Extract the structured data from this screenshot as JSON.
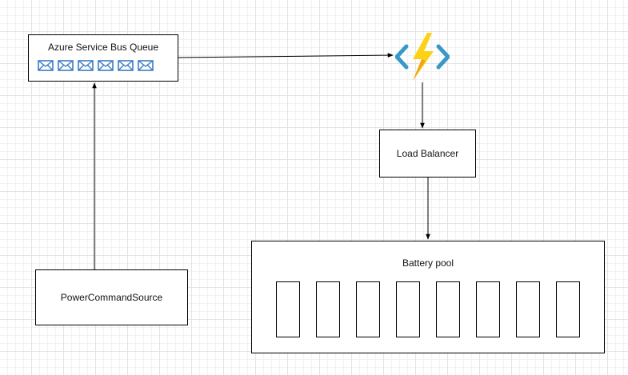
{
  "queue": {
    "title": "Azure Service Bus Queue",
    "message_count": 6,
    "message_icon": "envelope-icon"
  },
  "function": {
    "icon": "azure-function-icon",
    "colors": {
      "bolt": "#fcd116",
      "bolt_shade": "#f2a60c",
      "brackets": "#3999c6"
    }
  },
  "load_balancer": {
    "label": "Load Balancer"
  },
  "source": {
    "label": "PowerCommandSource"
  },
  "pool": {
    "label": "Battery pool",
    "cell_count": 8
  },
  "colors": {
    "envelope": "#3c7cc4",
    "grid": "#e4e4e4"
  }
}
